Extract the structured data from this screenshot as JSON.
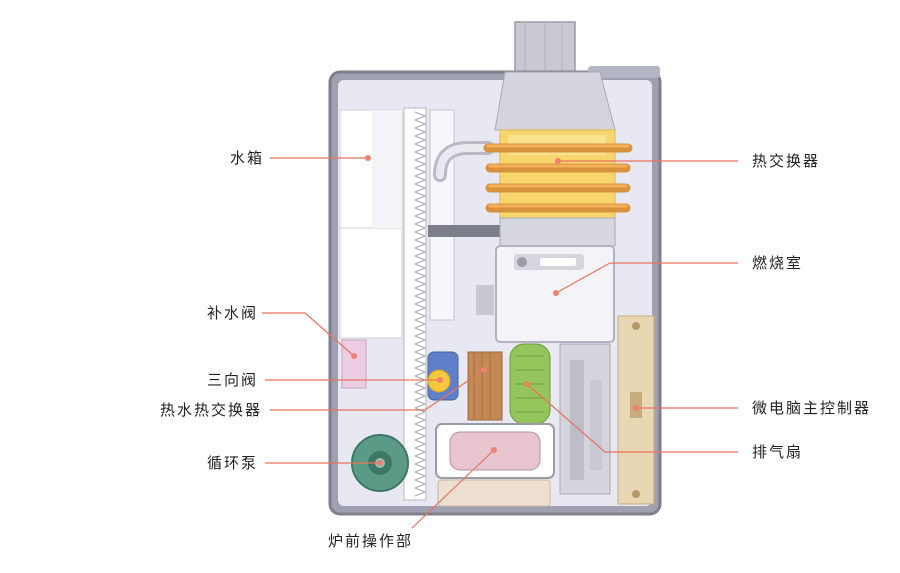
{
  "labels": {
    "water_tank": "水箱",
    "refill_valve": "补水阀",
    "three_way_valve": "三向阀",
    "hot_water_hx": "热水热交换器",
    "circulation_pump": "循环泵",
    "burner_assembly": "炉前操作部",
    "heat_exchanger": "热交换器",
    "combustion_chamber": "燃烧室",
    "microcomputer_controller": "微电脑主控制器",
    "exhaust_fan": "排气扇"
  },
  "colors": {
    "callout_line": "#e8735e",
    "callout_dot": "#f08070",
    "casing": "#8d8f9e",
    "casing_inner": "#e4e6f2",
    "heat_exchanger": "#f5d36a",
    "copper_pipe": "#d9973f",
    "pump": "#5a9a86",
    "fan": "#8fbf5a",
    "burner": "#e7c7cf"
  }
}
